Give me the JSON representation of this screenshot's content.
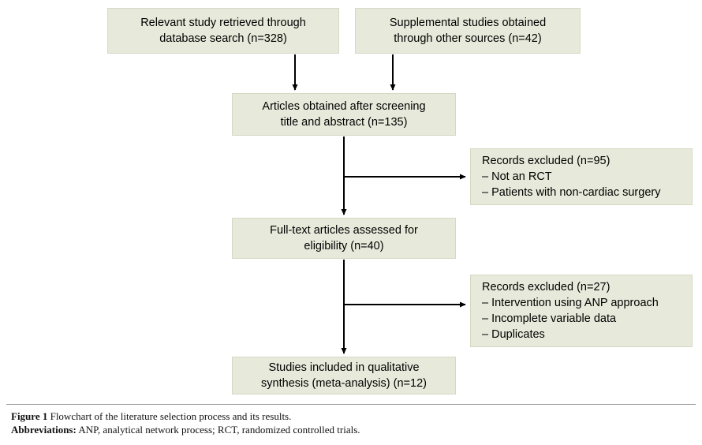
{
  "figure": {
    "title_label": "Figure 1",
    "title_text": " Flowchart of the literature selection process and its results.",
    "abbrev_label": "Abbreviations:",
    "abbrev_text": " ANP, analytical network process; RCT, randomized controlled trials."
  },
  "colors": {
    "box_fill": "#e7eadb",
    "box_border": "#d4d9c4",
    "arrow": "#000000",
    "text": "#000000",
    "rule": "#9a9a9a"
  },
  "flowchart": {
    "type": "prisma-flow-diagram",
    "boxes": {
      "database_search": {
        "line1": "Relevant study retrieved through",
        "line2": "database search (n=328)",
        "count": 328
      },
      "supplemental": {
        "line1": "Supplemental studies obtained",
        "line2": "through other sources (n=42)",
        "count": 42
      },
      "screened": {
        "line1": "Articles obtained after screening",
        "line2": "title and abstract (n=135)",
        "count": 135
      },
      "excluded_first": {
        "line1": "Records excluded (n=95)",
        "line2": "– Not an RCT",
        "line3": "– Patients with non-cardiac surgery",
        "count": 95
      },
      "fulltext": {
        "line1": "Full-text articles assessed for",
        "line2": "eligibility (n=40)",
        "count": 40
      },
      "excluded_second": {
        "line1": "Records excluded (n=27)",
        "line2": "– Intervention using ANP approach",
        "line3": "– Incomplete variable data",
        "line4": "– Duplicates",
        "count": 27
      },
      "included": {
        "line1": "Studies included in qualitative",
        "line2": "synthesis (meta-analysis) (n=12)",
        "count": 12
      }
    }
  }
}
